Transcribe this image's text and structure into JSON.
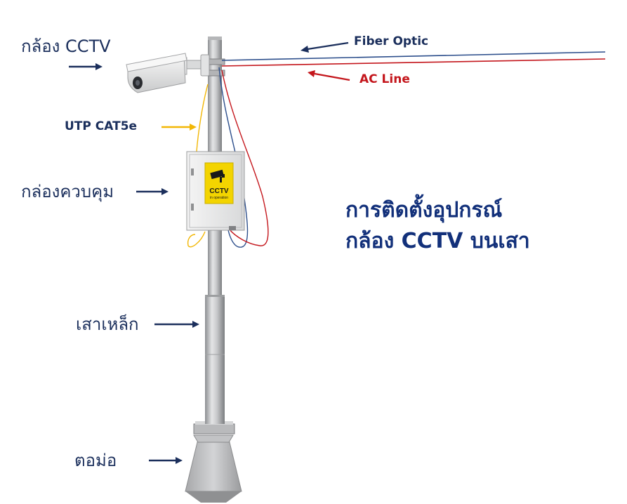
{
  "labels": {
    "camera": "กล้อง CCTV",
    "fiber": "Fiber Optic",
    "ac_line": "AC Line",
    "utp": "UTP CAT5e",
    "control_box": "กล่องควบคุม",
    "pole": "เสาเหล็ก",
    "base": "ตอม่อ"
  },
  "title": {
    "line1": "การติดตั้งอุปกรณ์",
    "line2": "กล้อง CCTV บนเสา"
  },
  "sign": {
    "text": "CCTV",
    "subtext": "in operation"
  },
  "colors": {
    "navy": "#1b2f5c",
    "fiber_line": "#2d4f8c",
    "ac_line": "#c4161c",
    "utp_line": "#f2b705",
    "sign_yellow": "#f3d400"
  }
}
